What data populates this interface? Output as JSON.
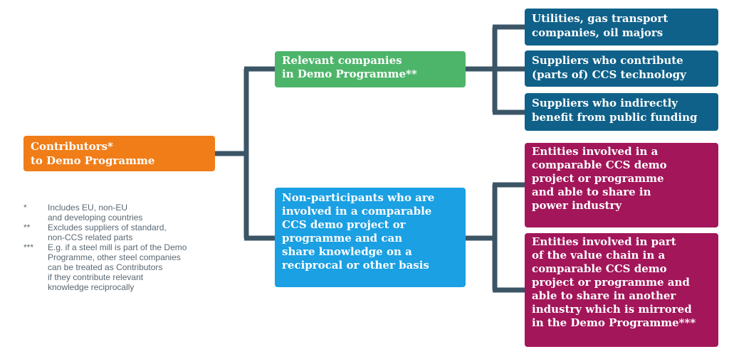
{
  "root": {
    "lines": [
      "Contributors*",
      "to Demo Programme"
    ]
  },
  "relevant": {
    "lines": [
      "Relevant companies",
      "in Demo Programme**"
    ]
  },
  "nonparticipants": {
    "lines": [
      "Non-participants who are",
      "involved in a comparable",
      "CCS demo project or",
      "programme and can",
      "share knowledge on a",
      "reciprocal or other basis"
    ]
  },
  "relevant_children": [
    {
      "lines": [
        "Utilities, gas transport",
        "companies, oil majors"
      ]
    },
    {
      "lines": [
        "Suppliers who contribute",
        "(parts of) CCS technology"
      ]
    },
    {
      "lines": [
        "Suppliers who indirectly",
        "benefit from public funding"
      ]
    }
  ],
  "nonparticipant_children": [
    {
      "lines": [
        "Entities involved in a",
        "comparable CCS demo",
        "project or programme",
        "and able to share in"
      ],
      "emphasis": "power industry"
    },
    {
      "lines": [
        "Entities involved in part",
        "of the value chain in a",
        "comparable CCS demo",
        "project or programme and"
      ],
      "line5_prefix": "able to share ",
      "line5_bold": "in another",
      "line6_bold": "industry",
      "line6_rest": " which is mirrored",
      "line7": "in the Demo Programme***"
    }
  ],
  "footnotes": [
    {
      "mark": "*",
      "lines": [
        "Includes EU, non-EU",
        "and developing countries"
      ]
    },
    {
      "mark": "**",
      "lines": [
        "Excludes suppliers of standard,",
        "non-CCS related parts"
      ]
    },
    {
      "mark": "***",
      "lines": [
        "E.g. if a steel mill is part of the Demo",
        "Programme, other steel companies",
        "can be treated as Contributors",
        "if they contribute relevant",
        "knowledge reciprocally"
      ]
    }
  ],
  "colors": {
    "orange": "#f07d18",
    "green": "#4db56a",
    "sky": "#1aa0e3",
    "teal": "#0f6189",
    "magenta": "#a3165a",
    "connector": "#3b5566"
  }
}
